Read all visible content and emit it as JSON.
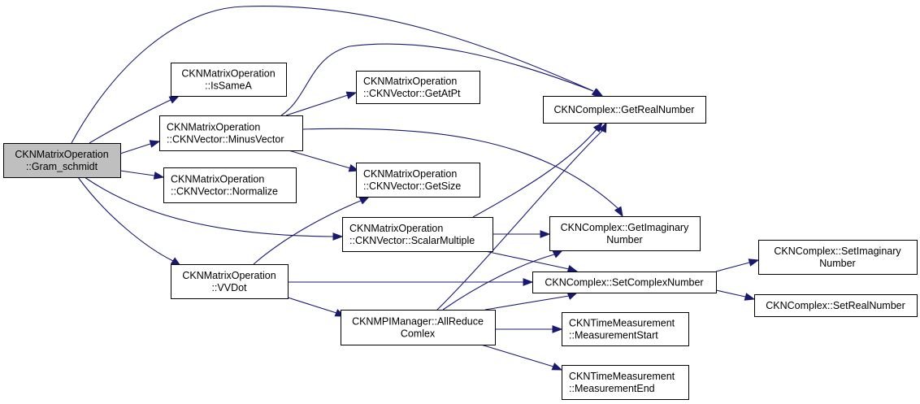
{
  "diagram": {
    "type": "call-graph",
    "edge_color": "#191970",
    "root_fill": "#bfbfbf",
    "node_fill": "#ffffff",
    "nodes": [
      {
        "id": "gram_schmidt",
        "lines": [
          "CKNMatrixOperation",
          "::Gram_schmidt"
        ],
        "root": true
      },
      {
        "id": "is_same_a",
        "lines": [
          "CKNMatrixOperation",
          "::IsSameA"
        ]
      },
      {
        "id": "minus_vector",
        "lines": [
          "CKNMatrixOperation",
          "::CKNVector::MinusVector"
        ]
      },
      {
        "id": "normalize",
        "lines": [
          "CKNMatrixOperation",
          "::CKNVector::Normalize"
        ]
      },
      {
        "id": "vvdot",
        "lines": [
          "CKNMatrixOperation",
          "::VVDot"
        ]
      },
      {
        "id": "get_at_pt",
        "lines": [
          "CKNMatrixOperation",
          "::CKNVector::GetAtPt"
        ]
      },
      {
        "id": "get_size",
        "lines": [
          "CKNMatrixOperation",
          "::CKNVector::GetSize"
        ]
      },
      {
        "id": "scalar_multiple",
        "lines": [
          "CKNMatrixOperation",
          "::CKNVector::ScalarMultiple"
        ]
      },
      {
        "id": "all_reduce_comlex",
        "lines": [
          "CKNMPIManager::AllReduce",
          "Comlex"
        ]
      },
      {
        "id": "get_real_number",
        "lines": [
          "CKNComplex::GetRealNumber"
        ]
      },
      {
        "id": "get_imaginary_number",
        "lines": [
          "CKNComplex::GetImaginary",
          "Number"
        ]
      },
      {
        "id": "set_complex_number",
        "lines": [
          "CKNComplex::SetComplexNumber"
        ]
      },
      {
        "id": "measurement_start",
        "lines": [
          "CKNTimeMeasurement",
          "::MeasurementStart"
        ]
      },
      {
        "id": "measurement_end",
        "lines": [
          "CKNTimeMeasurement",
          "::MeasurementEnd"
        ]
      },
      {
        "id": "set_imaginary_number",
        "lines": [
          "CKNComplex::SetImaginary",
          "Number"
        ]
      },
      {
        "id": "set_real_number",
        "lines": [
          "CKNComplex::SetRealNumber"
        ]
      }
    ],
    "edges": [
      {
        "from": "gram_schmidt",
        "to": "is_same_a"
      },
      {
        "from": "gram_schmidt",
        "to": "minus_vector"
      },
      {
        "from": "gram_schmidt",
        "to": "normalize"
      },
      {
        "from": "gram_schmidt",
        "to": "vvdot"
      },
      {
        "from": "gram_schmidt",
        "to": "scalar_multiple"
      },
      {
        "from": "gram_schmidt",
        "to": "get_real_number"
      },
      {
        "from": "minus_vector",
        "to": "get_at_pt"
      },
      {
        "from": "minus_vector",
        "to": "get_size"
      },
      {
        "from": "minus_vector",
        "to": "get_real_number"
      },
      {
        "from": "minus_vector",
        "to": "get_imaginary_number"
      },
      {
        "from": "vvdot",
        "to": "get_size"
      },
      {
        "from": "vvdot",
        "to": "set_complex_number"
      },
      {
        "from": "vvdot",
        "to": "all_reduce_comlex"
      },
      {
        "from": "scalar_multiple",
        "to": "get_real_number"
      },
      {
        "from": "scalar_multiple",
        "to": "get_imaginary_number"
      },
      {
        "from": "scalar_multiple",
        "to": "set_complex_number"
      },
      {
        "from": "all_reduce_comlex",
        "to": "get_real_number"
      },
      {
        "from": "all_reduce_comlex",
        "to": "get_imaginary_number"
      },
      {
        "from": "all_reduce_comlex",
        "to": "set_complex_number"
      },
      {
        "from": "all_reduce_comlex",
        "to": "measurement_start"
      },
      {
        "from": "all_reduce_comlex",
        "to": "measurement_end"
      },
      {
        "from": "set_complex_number",
        "to": "set_imaginary_number"
      },
      {
        "from": "set_complex_number",
        "to": "set_real_number"
      }
    ]
  }
}
